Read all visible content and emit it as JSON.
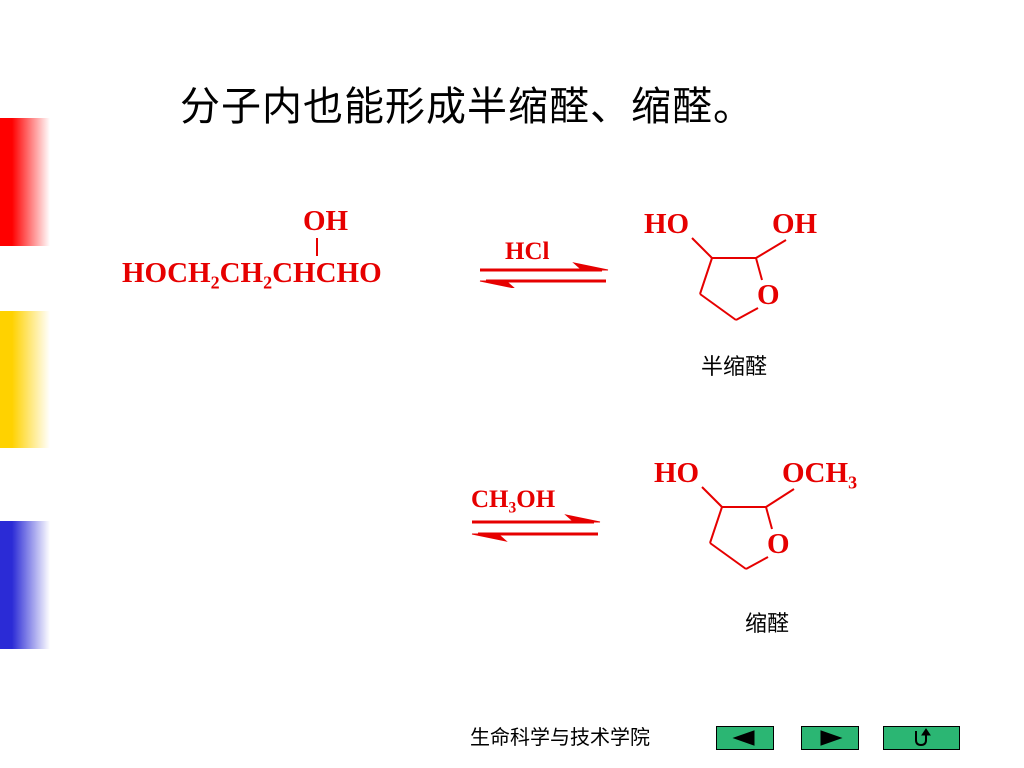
{
  "slide": {
    "title": "分子内也能形成半缩醛、缩醛。"
  },
  "reaction1": {
    "reactant": {
      "oh_top": "OH",
      "formula_parts": [
        "HOCH",
        "2",
        "CH",
        "2",
        "CHCHO"
      ]
    },
    "reagent": "HCl",
    "product": {
      "left_group": "HO",
      "right_group": "OH",
      "ring_atom": "O",
      "caption": "半缩醛"
    }
  },
  "reaction2": {
    "reagent_parts": [
      "CH",
      "3",
      "OH"
    ],
    "product": {
      "left_group": "HO",
      "right_group_parts": [
        "OCH",
        "3"
      ],
      "ring_atom": "O",
      "caption": "缩醛"
    }
  },
  "footer": {
    "institution": "生命科学与技术学院",
    "nav": {
      "prev_icon": "triangle-left-icon",
      "next_icon": "triangle-right-icon",
      "return_icon": "return-arrow-icon"
    }
  },
  "colors": {
    "chemistry": "#e60000",
    "nav_button": "#2bb673",
    "accent_red": "#ff0000",
    "accent_yellow": "#ffd200",
    "accent_blue": "#2b2bd6"
  }
}
